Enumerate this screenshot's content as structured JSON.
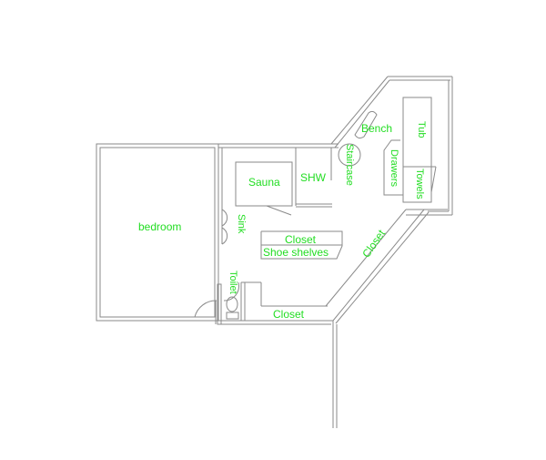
{
  "floor_plan": {
    "wall_color": "#8a8a8a",
    "accent_wall_color": "#b07ab0",
    "label_color": "#22dd22",
    "rooms": {
      "bedroom": "bedroom",
      "sauna": "Sauna",
      "shw": "SHW",
      "sink": "Sink",
      "closet_center": "Closet",
      "shoe_shelves": "Shoe shelves",
      "toilet": "Toilet",
      "closet_bottom": "Closet",
      "closet_diagonal": "Closet",
      "staircase": "Staircase",
      "bench": "Bench",
      "tub": "Tub",
      "drawers": "Drawers",
      "towels": "Towels"
    }
  }
}
